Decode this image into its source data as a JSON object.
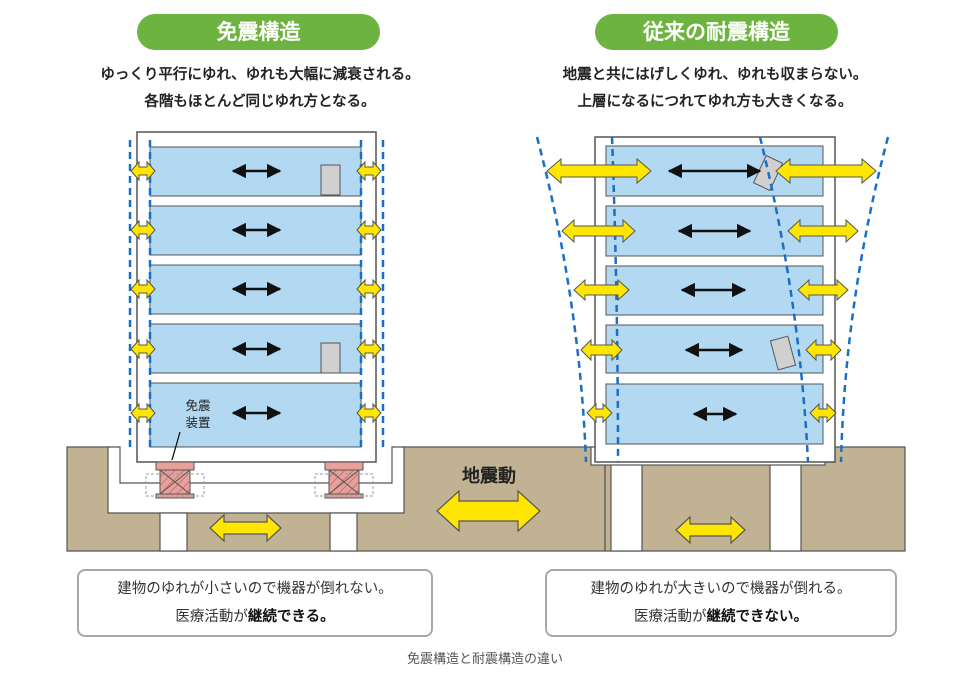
{
  "left": {
    "title": "免震構造",
    "desc_line1": "ゆっくり平行にゆれ、ゆれも大幅に減衰される。",
    "desc_line2": "各階もほとんど同じゆれ方となる。",
    "device_label_1": "免震",
    "device_label_2": "装置",
    "note_line1": "建物のゆれが小さいので機器が倒れない。",
    "note_line2_prefix": "医療活動が",
    "note_line2_bold": "継続できる。"
  },
  "right": {
    "title": "従来の耐震構造",
    "desc_line1": "地震と共にはげしくゆれ、ゆれも収まらない。",
    "desc_line2": "上層になるにつれてゆれ方も大きくなる。",
    "note_line1": "建物のゆれが大きいので機器が倒れる。",
    "note_line2_prefix": "医療活動が",
    "note_line2_bold": "継続できない。"
  },
  "ground_label": "地震動",
  "caption": "免震構造と耐震構造の違い",
  "colors": {
    "pill_green": "#6cb33f",
    "floor_blue": "#b3d9f2",
    "ground_brown": "#c2b294",
    "arrow_yellow": "#ffe600",
    "dashed_blue": "#1a6fc4",
    "isolator_red": "#e8a09a"
  }
}
